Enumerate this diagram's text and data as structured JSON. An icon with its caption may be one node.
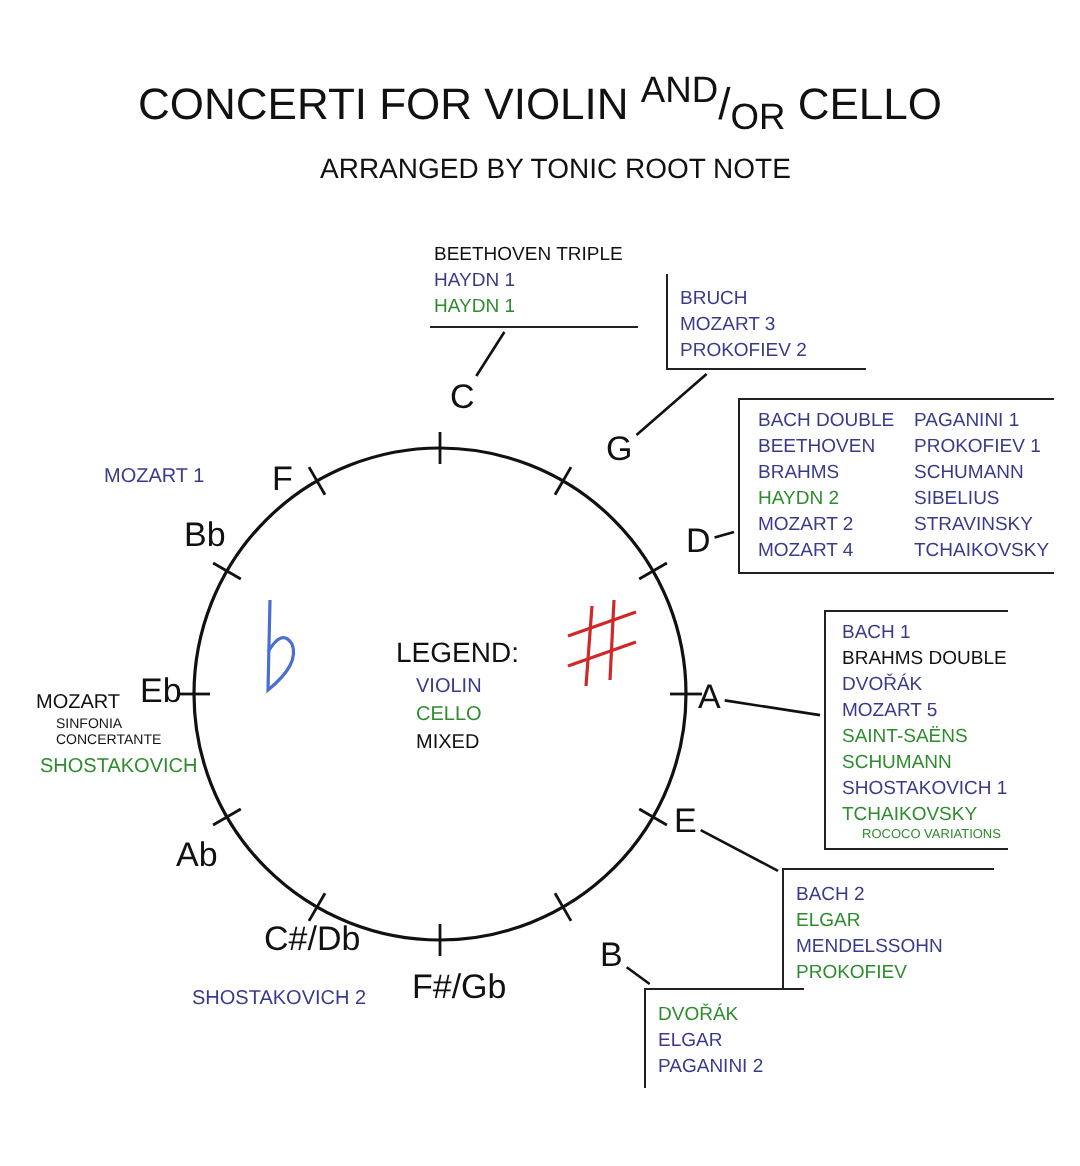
{
  "diagram": {
    "title": "CONCERTI FOR VIOLIN $^{AND}$/$_{OR}$ CELLO",
    "nodes": [
      {
        "text": [
          "C"
        ]
      },
      {
        "text": [
          "BEETHOVEN TRIPLE",
          "HAYDN 1",
          "HAYDN 1"
        ]
      },
      {
        "text": [
          "G"
        ]
      },
      {
        "text": [
          "BRUCH",
          "MOZART 3",
          "PROKOFIEV 2"
        ]
      },
      {
        "text": [
          "D"
        ]
      },
      {
        "text": [
          "BACH DOUBLE",
          "BEETHOVEN",
          "BRAHMS",
          "HAYDN 2",
          "MOZART 2",
          "MOZART 4",
          "PAGANINI 1",
          "PROKOFIEV 1",
          "SCHUMANN",
          "SIBELIUS",
          "STRAVINSKY",
          "TCHAIKOVSKY"
        ]
      },
      {
        "text": [
          "A"
        ]
      },
      {
        "text": [
          "BACH 1",
          "BRAHMS DOUBLE",
          "DVOŘÁK",
          "MOZART 5",
          "SAINT-SAËNS",
          "SCHUMANN",
          "SHOSTAKOVICH 1",
          "TCHAIKOVSKY",
          "ROCOCO VARIATIONS"
        ]
      },
      {
        "text": [
          "E"
        ]
      },
      {
        "text": [
          "BACH 2",
          "ELGAR",
          "MENDELSSOHN",
          "PROKOFIEV"
        ]
      },
      {
        "text": [
          "B"
        ]
      },
      {
        "text": [
          "DVOŘÁK",
          "ELGAR",
          "PAGANINI 2"
        ]
      }
    ],
    "edges": [
      {
        "from": 0,
        "to": 1,
        "arrow": "none"
      },
      {
        "from": 2,
        "to": 3,
        "arrow": "none"
      },
      {
        "from": 4,
        "to": 5,
        "arrow": "none"
      },
      {
        "from": 6,
        "to": 7,
        "arrow": "none"
      },
      {
        "from": 8,
        "to": 9,
        "arrow": "none"
      },
      {
        "from": 10,
        "to": 11,
        "arrow": "none"
      }
    ],
    "labels": [
      "ARRANGED BY TONIC ROOT NOTE",
      "F",
      "MOZART 1",
      "Bb",
      "LEGEND:",
      "MOZART",
      "SINFONIA CONCERTANTE",
      "SHOSTAKOVICH",
      "Eb",
      "Ab",
      "C#/Db",
      "F#/Gb",
      "SHOSTAKOVICH 2"
    ],
    "legend": [
      {
        "text": "VIOLIN",
        "color": "#3a3a8c"
      },
      {
        "text": "CELLO",
        "color": "#2e8b2e"
      },
      {
        "text": "MIXED",
        "color": "#111111"
      }
    ]
  }
}
